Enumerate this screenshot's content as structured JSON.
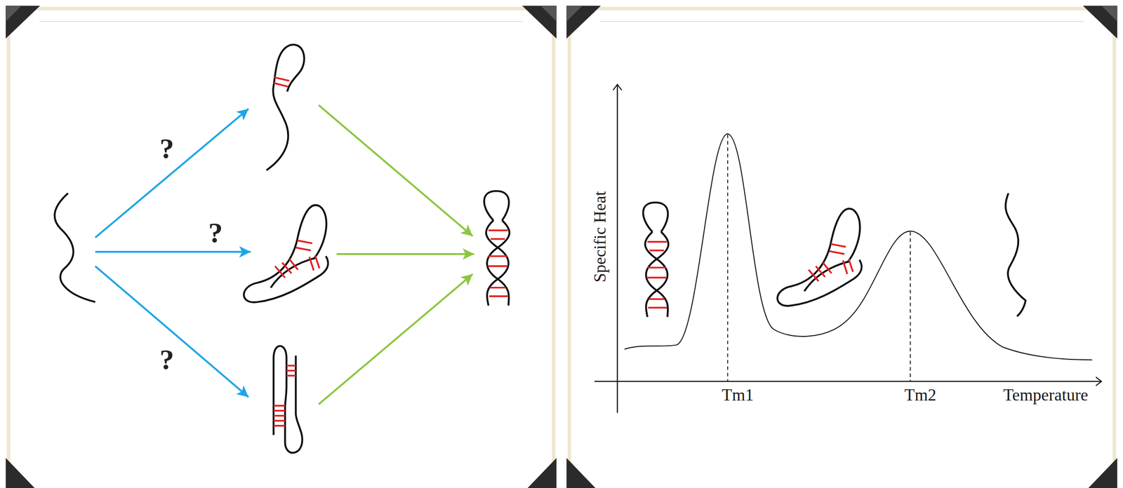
{
  "diagram": {
    "labels": [
      "?",
      "?",
      "?",
      "Specific Heat",
      "Tm1",
      "Tm2",
      "Temperature"
    ]
  }
}
